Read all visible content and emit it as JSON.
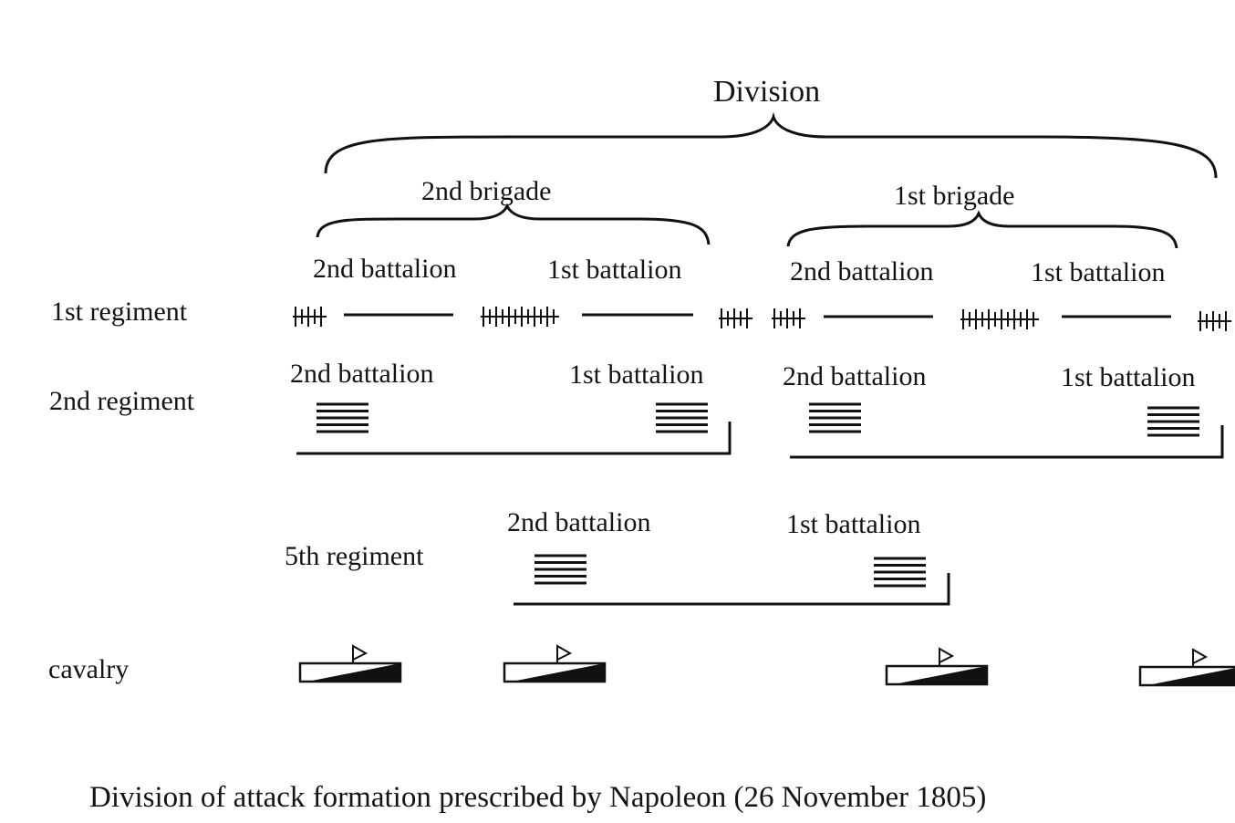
{
  "title": "Division",
  "brigades": [
    "2nd brigade",
    "1st brigade"
  ],
  "regiments": {
    "first": "1st regiment",
    "second": "2nd regiment",
    "fifth": "5th regiment",
    "cavalry": "cavalry"
  },
  "row1_battalions": [
    "2nd battalion",
    "1st battalion",
    "2nd battalion",
    "1st battalion"
  ],
  "row2_battalions": [
    "2nd battalion",
    "1st battalion",
    "2nd battalion",
    "1st battalion"
  ],
  "row3_battalions": [
    "2nd battalion",
    "1st battalion"
  ],
  "caption": "Division of attack formation prescribed by Napoleon (26 November 1805)"
}
